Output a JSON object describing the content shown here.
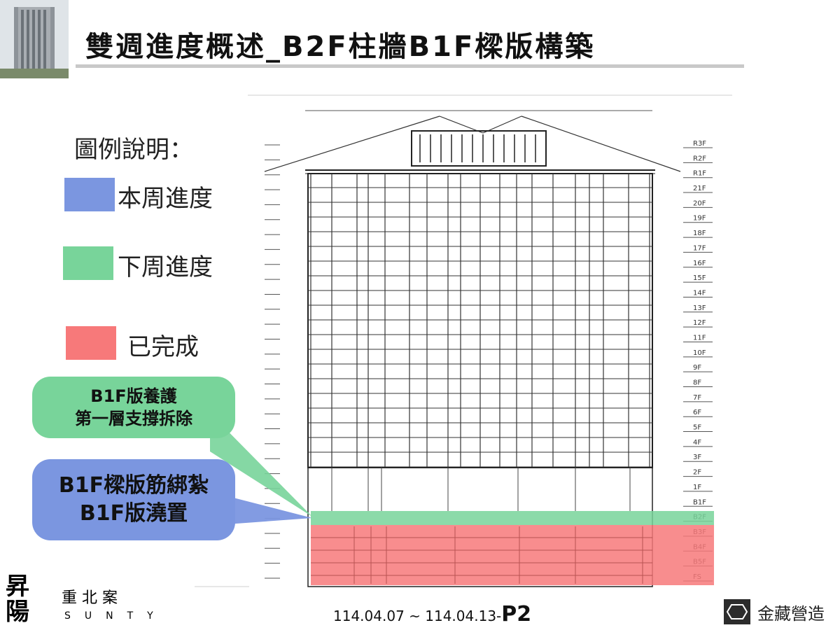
{
  "title": "雙週進度概述_B2F柱牆B1F樑版構築",
  "legend": {
    "heading": "圖例說明：",
    "items": [
      {
        "label": "本周進度",
        "color": "#7b96e0"
      },
      {
        "label": "下周進度",
        "color": "#78d49a"
      },
      {
        "label": "已完成",
        "color": "#f7797a"
      }
    ]
  },
  "callouts": {
    "next_week": {
      "lines": [
        "B1F版養護",
        "第一層支撐拆除"
      ],
      "color": "#78d49a"
    },
    "this_week": {
      "lines": [
        "B1F樑版筋綁紮",
        "B1F版澆置"
      ],
      "color": "#7b96e0"
    }
  },
  "floors": [
    "R3F",
    "R2F",
    "R1F",
    "21F",
    "20F",
    "19F",
    "18F",
    "17F",
    "16F",
    "15F",
    "14F",
    "13F",
    "12F",
    "11F",
    "10F",
    "9F",
    "8F",
    "7F",
    "6F",
    "5F",
    "4F",
    "3F",
    "2F",
    "1F",
    "B1F",
    "B2F",
    "B3F",
    "B4F",
    "B5F",
    "FS"
  ],
  "footer": {
    "dates": "114.04.07 ~ 114.04.13-",
    "page": "P2",
    "brand_cn": "昇陽",
    "brand_project": "重 北 案",
    "brand_en": "SUNTY",
    "company": "金藏營造"
  }
}
